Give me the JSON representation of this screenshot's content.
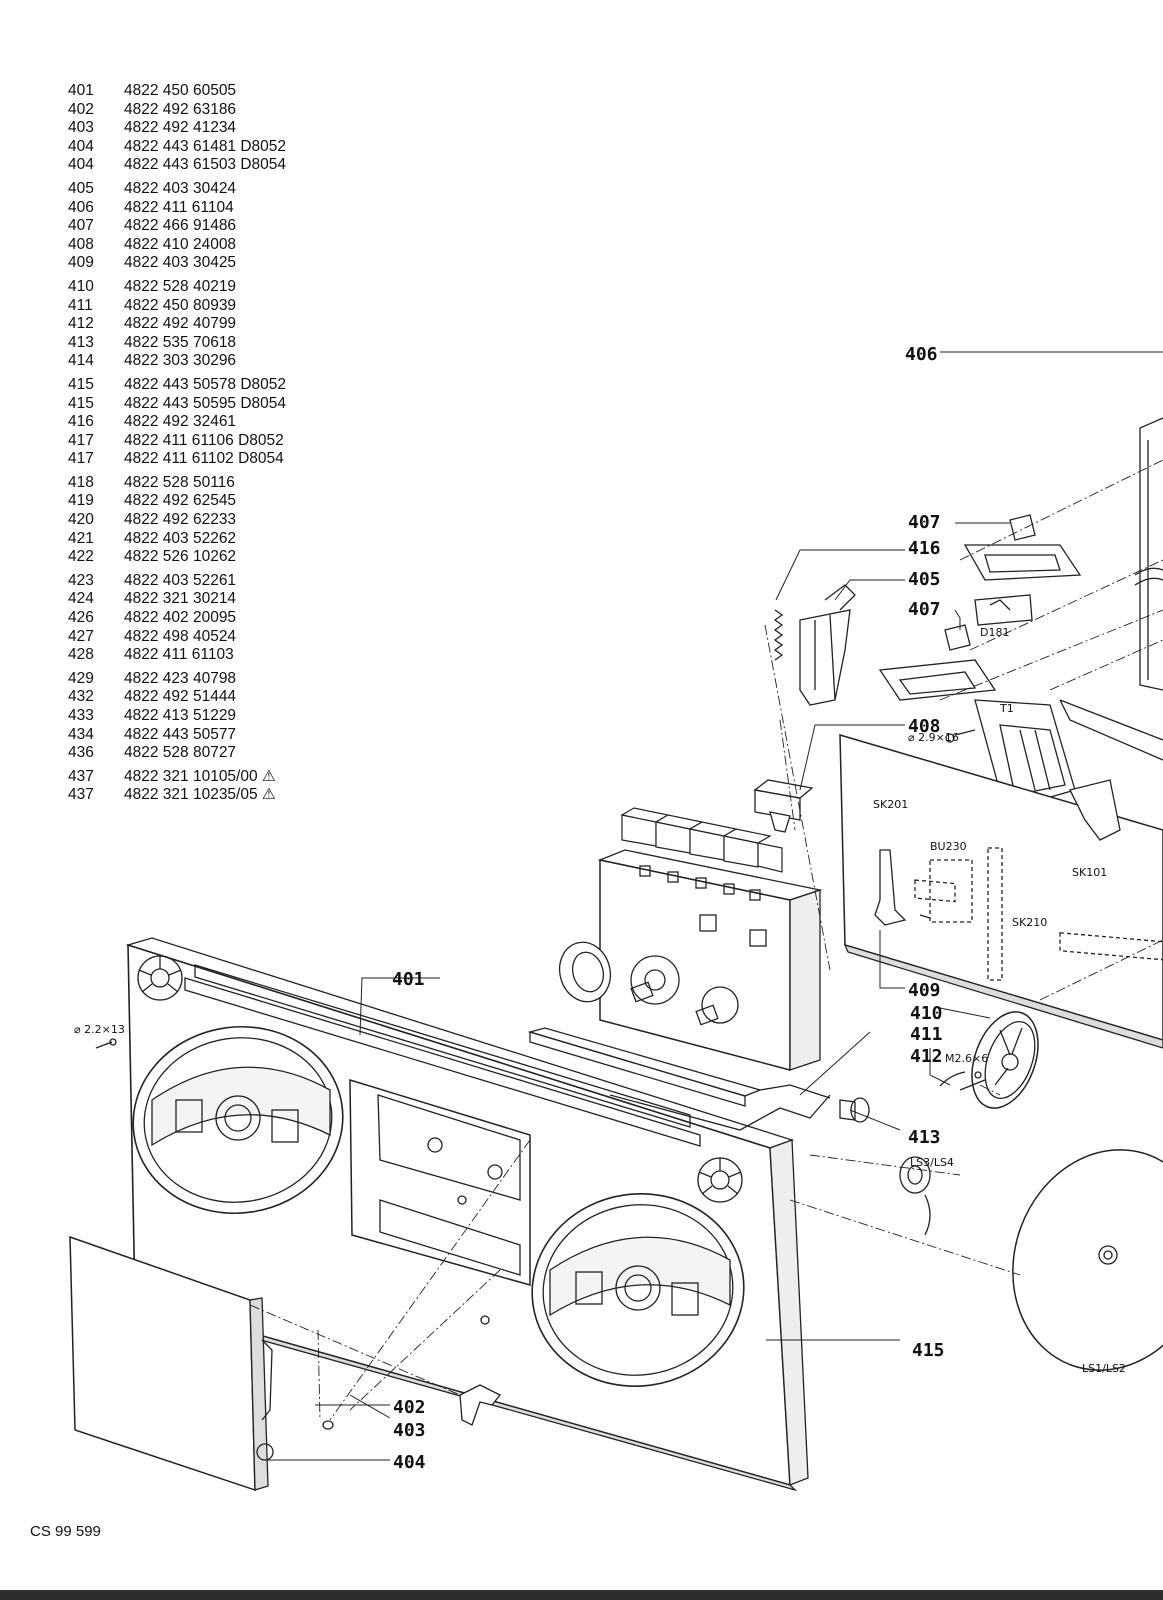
{
  "parts_list": [
    [
      {
        "no": "401",
        "code": "4822 450 60505"
      },
      {
        "no": "402",
        "code": "4822 492 63186"
      },
      {
        "no": "403",
        "code": "4822 492 41234"
      },
      {
        "no": "404",
        "code": "4822 443 61481 D8052"
      },
      {
        "no": "404",
        "code": "4822 443 61503 D8054"
      }
    ],
    [
      {
        "no": "405",
        "code": "4822 403 30424"
      },
      {
        "no": "406",
        "code": "4822 411 61104"
      },
      {
        "no": "407",
        "code": "4822 466 91486"
      },
      {
        "no": "408",
        "code": "4822 410 24008"
      },
      {
        "no": "409",
        "code": "4822 403 30425"
      }
    ],
    [
      {
        "no": "410",
        "code": "4822 528 40219"
      },
      {
        "no": "411",
        "code": "4822 450 80939"
      },
      {
        "no": "412",
        "code": "4822 492 40799"
      },
      {
        "no": "413",
        "code": "4822 535 70618"
      },
      {
        "no": "414",
        "code": "4822 303 30296"
      }
    ],
    [
      {
        "no": "415",
        "code": "4822 443 50578 D8052"
      },
      {
        "no": "415",
        "code": "4822 443 50595 D8054"
      },
      {
        "no": "416",
        "code": "4822 492 32461"
      },
      {
        "no": "417",
        "code": "4822 411 61106 D8052"
      },
      {
        "no": "417",
        "code": "4822 411 61102 D8054"
      }
    ],
    [
      {
        "no": "418",
        "code": "4822 528 50116"
      },
      {
        "no": "419",
        "code": "4822 492 62545"
      },
      {
        "no": "420",
        "code": "4822 492 62233"
      },
      {
        "no": "421",
        "code": "4822 403 52262"
      },
      {
        "no": "422",
        "code": "4822 526 10262"
      }
    ],
    [
      {
        "no": "423",
        "code": "4822 403 52261"
      },
      {
        "no": "424",
        "code": "4822 321 30214"
      },
      {
        "no": "426",
        "code": "4822 402 20095"
      },
      {
        "no": "427",
        "code": "4822 498 40524"
      },
      {
        "no": "428",
        "code": "4822 411 61103"
      }
    ],
    [
      {
        "no": "429",
        "code": "4822 423 40798"
      },
      {
        "no": "432",
        "code": "4822 492 51444"
      },
      {
        "no": "433",
        "code": "4822 413 51229"
      },
      {
        "no": "434",
        "code": "4822 443 50577"
      },
      {
        "no": "436",
        "code": "4822 528 80727"
      }
    ],
    [
      {
        "no": "437",
        "code": "4822 321 10105/00 ⚠"
      },
      {
        "no": "437",
        "code": "4822 321 10235/05 ⚠"
      }
    ]
  ],
  "doc_code": "CS 99 599",
  "callouts": {
    "c401": "401",
    "c402": "402",
    "c403": "403",
    "c404": "404",
    "c405": "405",
    "c406": "406",
    "c407a": "407",
    "c407b": "407",
    "c408": "408",
    "c409": "409",
    "c410": "410",
    "c411": "411",
    "c412": "412",
    "c413": "413",
    "c415": "415",
    "c416": "416"
  },
  "labels": {
    "d181": "D181",
    "t1": "T1",
    "screw_29x16": "⌀ 2.9×16",
    "sk201": "SK201",
    "bu230": "BU230",
    "sk210": "SK210",
    "sk101": "SK101",
    "m26x6": "M2.6×6",
    "ls3ls4": "LS3/LS4",
    "ls1ls2": "LS1/LS2",
    "screw_22x13": "⌀ 2.2×13"
  }
}
